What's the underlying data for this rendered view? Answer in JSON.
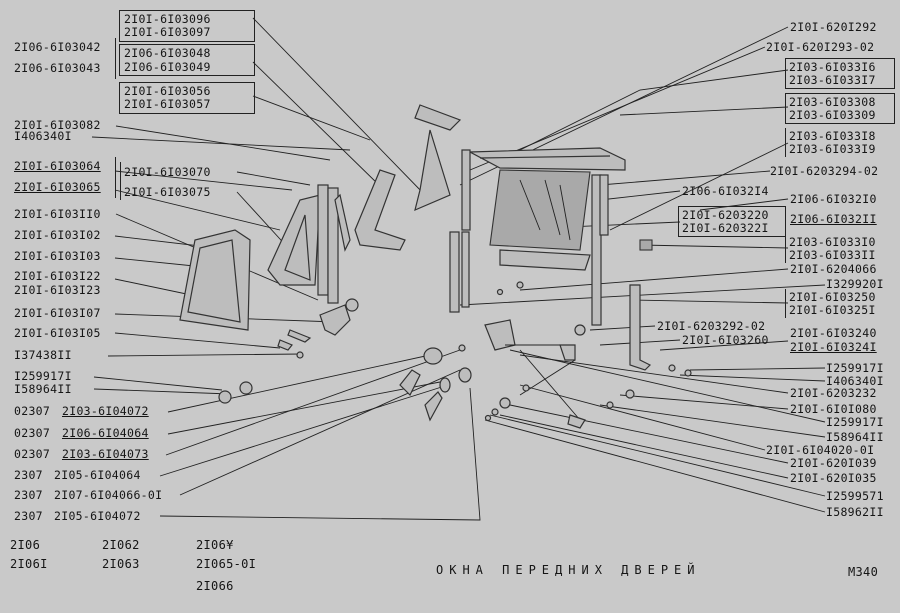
{
  "left_labels": [
    "2I06-6I03042",
    "2I06-6I03043",
    "2I0I-6I03082",
    "I406340I",
    "2I0I-6I03064",
    "2I0I-6I03065",
    "2I0I-6I03II0",
    "2I0I-6I03I02",
    "2I0I-6I03I03",
    "2I0I-6I03I22",
    "2I0I-6I03I23",
    "2I0I-6I03I07",
    "2I0I-6I03I05",
    "I37438II",
    "I259917I",
    "I58964II"
  ],
  "center_top_labels": [
    "2I0I-6I03096",
    "2I0I-6I03097",
    "2I06-6I03048",
    "2I06-6I03049",
    "2I0I-6I03056",
    "2I0I-6I03057",
    "2I0I-6I03070",
    "2I0I-6I03075"
  ],
  "bottom_left_rows": [
    {
      "prefix": "02307",
      "code": "2I03-6I04072"
    },
    {
      "prefix": "02307",
      "code": "2I06-6I04064"
    },
    {
      "prefix": "02307",
      "code": "2I03-6I04073"
    },
    {
      "prefix": "2307",
      "code": "2I05-6I04064"
    },
    {
      "prefix": "2307",
      "code": "2I07-6I04066-0I"
    },
    {
      "prefix": "2307",
      "code": "2I05-6I04072"
    }
  ],
  "right_labels": [
    "2I0I-620I292",
    "2I0I-620I293-02",
    "2I03-6I033I6",
    "2I03-6I033I7",
    "2I03-6I03308",
    "2I03-6I03309",
    "2I03-6I033I8",
    "2I03-6I033I9",
    "2I0I-6203294-02",
    "2I06-6I032I4",
    "2I06-6I032I0",
    "2I0I-6203220",
    "2I0I-620322I",
    "2I06-6I032II",
    "2I03-6I033I0",
    "2I03-6I033II",
    "2I0I-6204066",
    "I329920I",
    "2I0I-6I03250",
    "2I0I-6I0325I",
    "2I0I-6203292-02",
    "2I0I-6I03260",
    "2I0I-6I03240",
    "2I0I-6I0324I",
    "I259917I",
    "I406340I",
    "2I0I-6203232",
    "2I0I-6I0I080",
    "I259917I",
    "I58964II",
    "2I0I-6I04020-0I",
    "2I0I-620I039",
    "2I0I-620I035",
    "I2599571",
    "I58962II"
  ],
  "models": [
    "2I06",
    "2I06I",
    "2I062",
    "2I063",
    "2I06¥",
    "2I065-0I",
    "2I066"
  ],
  "title": "ОКНА ПЕРЕДНИХ ДВЕРЕЙ",
  "page_code": "M340"
}
